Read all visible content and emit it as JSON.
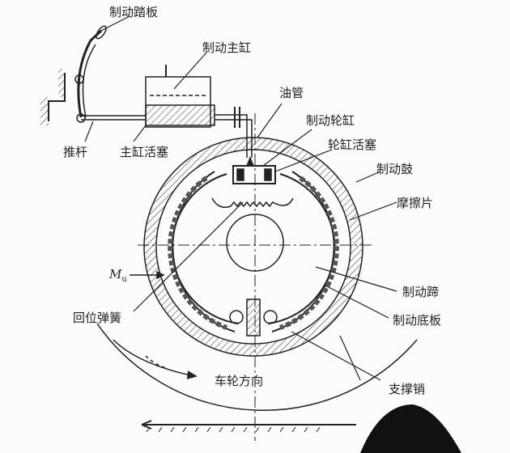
{
  "labels": {
    "pedal": "制动踏板",
    "master_cylinder": "制动主缸",
    "oil_pipe": "油管",
    "wheel_cylinder": "制动轮缸",
    "wheel_cylinder_piston": "轮缸活塞",
    "brake_drum": "制动鼓",
    "friction_pad": "摩擦片",
    "moment": "M",
    "moment_sub": "u",
    "brake_shoe": "制动蹄",
    "return_spring": "回位弹簧",
    "backing_plate": "制动底板",
    "wheel_direction": "车轮方向",
    "support_pin": "支撑销",
    "push_rod": "推杆",
    "master_piston": "主缸活塞"
  }
}
